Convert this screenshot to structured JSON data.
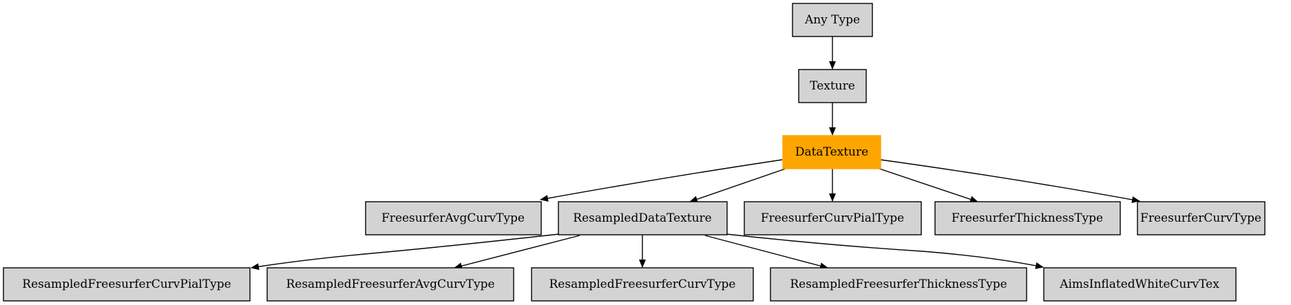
{
  "diagram": {
    "nodes": {
      "any_type": "Any Type",
      "texture": "Texture",
      "data_texture": "DataTexture",
      "freesurfer_avg_curv_type": "FreesurferAvgCurvType",
      "resampled_data_texture": "ResampledDataTexture",
      "freesurfer_curv_pial_type": "FreesurferCurvPialType",
      "freesurfer_thickness_type": "FreesurferThicknessType",
      "freesurfer_curv_type": "FreesurferCurvType",
      "resampled_freesurfer_curv_pial_type": "ResampledFreesurferCurvPialType",
      "resampled_freesurfer_avg_curv_type": "ResampledFreesurferAvgCurvType",
      "resampled_freesurfer_curv_type": "ResampledFreesurferCurvType",
      "resampled_freesurfer_thickness_type": "ResampledFreesurferThicknessType",
      "aims_inflated_white_curv_tex": "AimsInflatedWhiteCurvTex"
    },
    "edges": [
      [
        "any_type",
        "texture"
      ],
      [
        "texture",
        "data_texture"
      ],
      [
        "data_texture",
        "freesurfer_avg_curv_type"
      ],
      [
        "data_texture",
        "resampled_data_texture"
      ],
      [
        "data_texture",
        "freesurfer_curv_pial_type"
      ],
      [
        "data_texture",
        "freesurfer_thickness_type"
      ],
      [
        "data_texture",
        "freesurfer_curv_type"
      ],
      [
        "resampled_data_texture",
        "resampled_freesurfer_curv_pial_type"
      ],
      [
        "resampled_data_texture",
        "resampled_freesurfer_avg_curv_type"
      ],
      [
        "resampled_data_texture",
        "resampled_freesurfer_curv_type"
      ],
      [
        "resampled_data_texture",
        "resampled_freesurfer_thickness_type"
      ],
      [
        "resampled_data_texture",
        "aims_inflated_white_curv_tex"
      ]
    ],
    "colors": {
      "node_fill": "#d3d3d3",
      "highlight_fill": "#ffa500",
      "stroke": "#000000"
    }
  }
}
